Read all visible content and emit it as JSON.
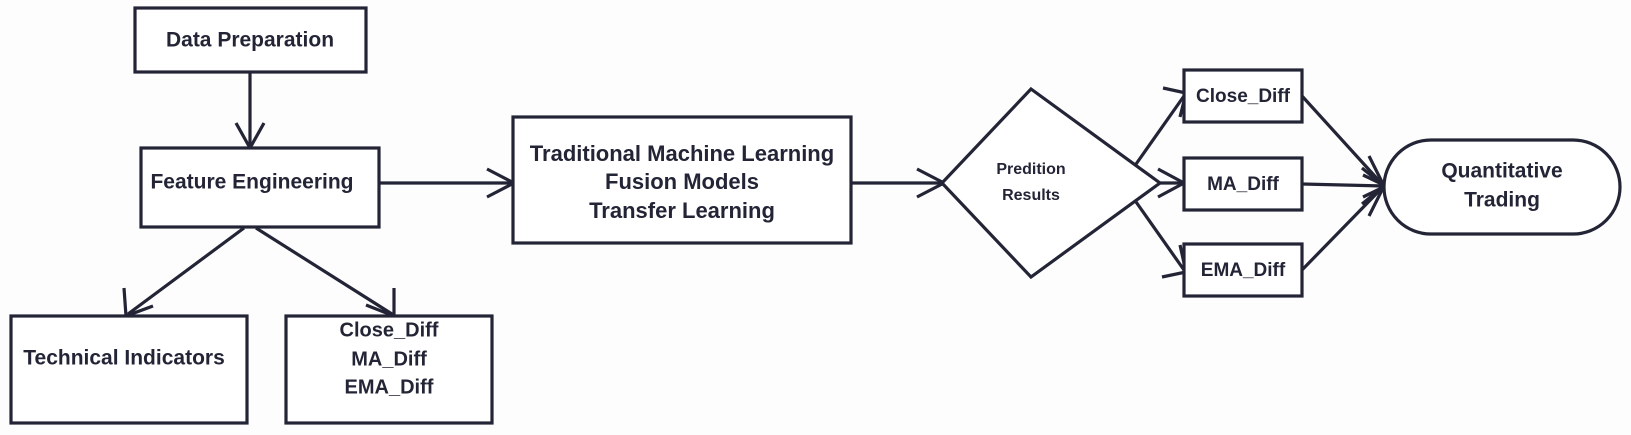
{
  "diagram": {
    "type": "flowchart",
    "orientation": "left-to-right",
    "background_color": "#fdfdfd",
    "stroke_color": "#232536",
    "fill_color": "#ffffff",
    "nodes": [
      {
        "id": "data-preparation",
        "label": "Data Preparation",
        "shape": "rectangle",
        "lines": [
          "Data Preparation"
        ]
      },
      {
        "id": "feature-engineering",
        "label": "Feature Engineering",
        "shape": "rectangle",
        "lines": [
          "Feature Engineering"
        ]
      },
      {
        "id": "technical-indicators",
        "label": "Technical Indicators",
        "shape": "rectangle",
        "lines": [
          "Technical Indicators"
        ]
      },
      {
        "id": "diff-features",
        "label": "Close_Diff MA_Diff EMA_Diff",
        "shape": "rectangle",
        "lines": [
          "Close_Diff",
          "MA_Diff",
          "EMA_Diff"
        ]
      },
      {
        "id": "models",
        "label": "Traditional Machine Learning Fusion Models Transfer Learning",
        "shape": "rectangle",
        "lines": [
          "Traditional Machine Learning",
          "Fusion Models",
          "Transfer Learning"
        ]
      },
      {
        "id": "prediction-results",
        "label": "Predition Results",
        "shape": "diamond",
        "lines": [
          "Predition",
          "Results"
        ]
      },
      {
        "id": "close-diff",
        "label": "Close_Diff",
        "shape": "rectangle",
        "lines": [
          "Close_Diff"
        ]
      },
      {
        "id": "ma-diff",
        "label": "MA_Diff",
        "shape": "rectangle",
        "lines": [
          "MA_Diff"
        ]
      },
      {
        "id": "ema-diff",
        "label": "EMA_Diff",
        "shape": "rectangle",
        "lines": [
          "EMA_Diff"
        ]
      },
      {
        "id": "quantitative-trading",
        "label": "Quantitative Trading",
        "shape": "stadium",
        "lines": [
          "Quantitative",
          "Trading"
        ]
      }
    ],
    "edges": [
      {
        "from": "data-preparation",
        "to": "feature-engineering",
        "direction": "down"
      },
      {
        "from": "feature-engineering",
        "to": "technical-indicators",
        "direction": "down-left"
      },
      {
        "from": "feature-engineering",
        "to": "diff-features",
        "direction": "down-right"
      },
      {
        "from": "feature-engineering",
        "to": "models",
        "direction": "right"
      },
      {
        "from": "models",
        "to": "prediction-results",
        "direction": "right"
      },
      {
        "from": "prediction-results",
        "to": "close-diff",
        "direction": "up-right"
      },
      {
        "from": "prediction-results",
        "to": "ma-diff",
        "direction": "right"
      },
      {
        "from": "prediction-results",
        "to": "ema-diff",
        "direction": "down-right"
      },
      {
        "from": "close-diff",
        "to": "quantitative-trading",
        "direction": "down-right"
      },
      {
        "from": "ma-diff",
        "to": "quantitative-trading",
        "direction": "right"
      },
      {
        "from": "ema-diff",
        "to": "quantitative-trading",
        "direction": "up-right"
      }
    ]
  },
  "labels": {
    "data_preparation": "Data Preparation",
    "feature_engineering": "Feature Engineering",
    "technical_indicators": "Technical Indicators",
    "diff_1": "Close_Diff",
    "diff_2": "MA_Diff",
    "diff_3": "EMA_Diff",
    "models_1": "Traditional Machine Learning",
    "models_2": "Fusion Models",
    "models_3": "Transfer Learning",
    "prediction_1": "Predition",
    "prediction_2": "Results",
    "close_diff": "Close_Diff",
    "ma_diff": "MA_Diff",
    "ema_diff": "EMA_Diff",
    "trading_1": "Quantitative",
    "trading_2": "Trading"
  }
}
